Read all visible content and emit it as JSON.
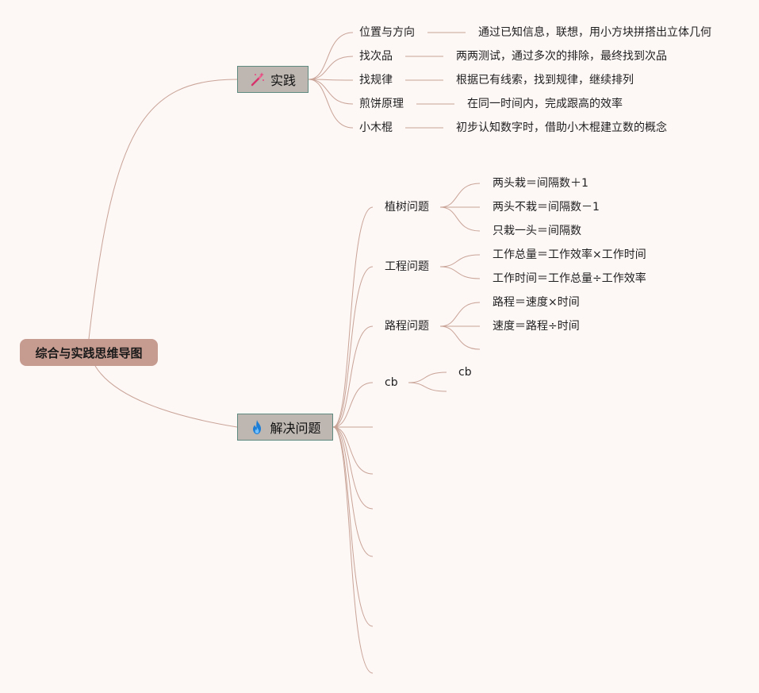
{
  "root": {
    "label": "综合与实践思维导图"
  },
  "practice": {
    "label": "实践",
    "icon": "magic-wand-icon",
    "items": [
      {
        "label": "位置与方向",
        "note": "通过已知信息，联想，用小方块拼搭出立体几何"
      },
      {
        "label": "找次品",
        "note": "两两测试，通过多次的排除，最终找到次品"
      },
      {
        "label": "找规律",
        "note": "根据已有线索，找到规律，继续排列"
      },
      {
        "label": "煎饼原理",
        "note": "在同一时间内，完成跟高的效率"
      },
      {
        "label": "小木棍",
        "note": "初步认知数字时，借助小木棍建立数的概念"
      }
    ]
  },
  "solve": {
    "label": "解决问题",
    "icon": "fire-icon",
    "items": [
      {
        "label": "植树问题",
        "notes": [
          "两头栽＝间隔数＋1",
          "两头不栽＝间隔数－1",
          "只栽一头＝间隔数"
        ]
      },
      {
        "label": "工程问题",
        "notes": [
          "工作总量＝工作效率×工作时间",
          "工作时间＝工作总量÷工作效率"
        ]
      },
      {
        "label": "路程问题",
        "notes": [
          "路程＝速度×时间",
          "速度＝路程÷时间"
        ]
      },
      {
        "label": "cb",
        "notes": [
          "cb"
        ]
      }
    ]
  },
  "colors": {
    "background": "#fdf7f6",
    "line": "#c9a497",
    "root_fill": "#c79c90",
    "topic_fill": "#bdb6b1",
    "topic_border": "#5f8a80"
  }
}
